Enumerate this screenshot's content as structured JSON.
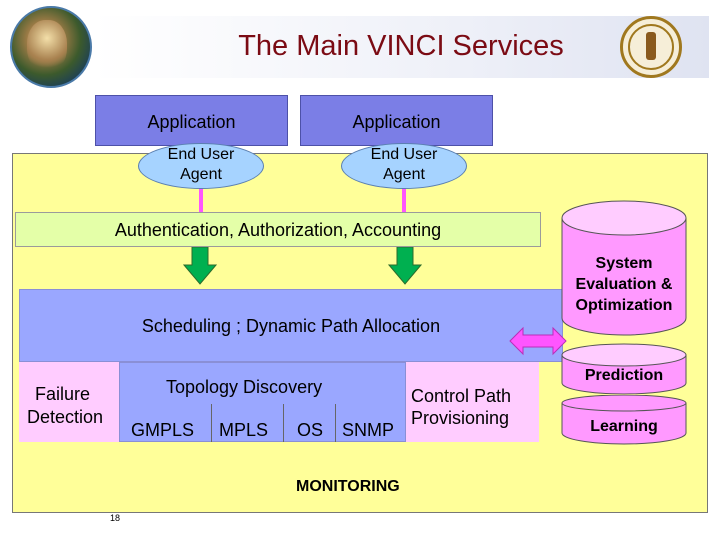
{
  "title": "The Main VINCI Services",
  "applications": [
    "Application",
    "Application"
  ],
  "agents": [
    {
      "line1": "End User",
      "line2": "Agent"
    },
    {
      "line1": "End User",
      "line2": "Agent"
    }
  ],
  "aaa": "Authentication, Authorization, Accounting",
  "scheduling": "Scheduling ; Dynamic Path Allocation",
  "failure": {
    "line1": "Failure",
    "line2": "Detection"
  },
  "topology": "Topology Discovery",
  "protocols": [
    "GMPLS",
    "MPLS",
    "OS",
    "SNMP"
  ],
  "control_path": {
    "line1": "Control Path",
    "line2": "Provisioning"
  },
  "system_eval": {
    "line1": "System",
    "line2": "Evaluation &",
    "line3": "Optimization"
  },
  "prediction": "Prediction",
  "learning": "Learning",
  "monitoring": "MONITORING",
  "page_number": "18",
  "colors": {
    "title": "#7b0b14",
    "application_box": "#7b7ee6",
    "agent_ellipse": "#a6d3ff",
    "background_region": "#ffff99",
    "auth_bar": "#e4ffa8",
    "scheduling": "#9aa7ff",
    "pink_area": "#ffccff",
    "cylinder": "#ff99ff",
    "arrow_green": "#00b050"
  }
}
